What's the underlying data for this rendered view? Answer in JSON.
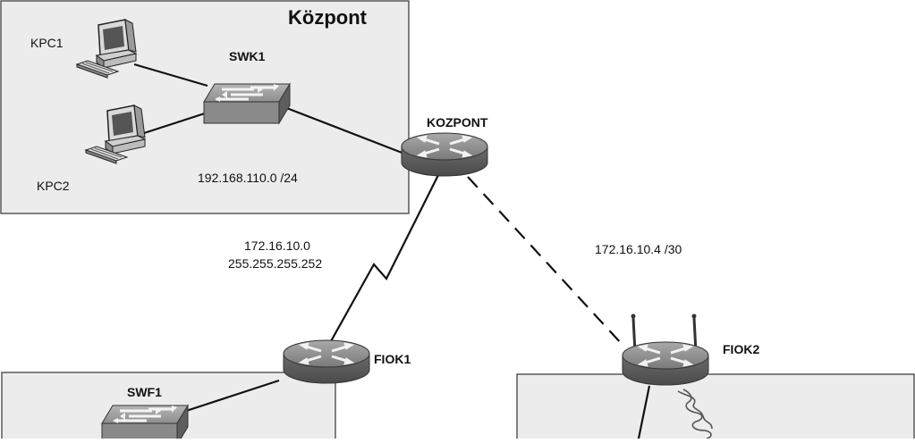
{
  "areas": {
    "kozpont_title": "Központ"
  },
  "devices": {
    "kpc1": "KPC1",
    "kpc2": "KPC2",
    "swk1": "SWK1",
    "kozpont": "KOZPONT",
    "fiok1": "FIOK1",
    "fiok2": "FIOK2",
    "swf1": "SWF1"
  },
  "networks": {
    "lan_kozpont": "192.168.110.0 /24",
    "serial_net": "172.16.10.0",
    "serial_mask": "255.255.255.252",
    "wan2_net": "172.16.10.4 /30"
  },
  "colors": {
    "area_fill": "#ececec",
    "device_gray": "#8d8d8d",
    "device_dark": "#5a5a5a",
    "line": "#111111"
  },
  "icons": [
    "pc-icon",
    "switch-icon",
    "router-icon",
    "wireless-router-icon",
    "serial-link-icon",
    "wireless-signal-icon"
  ]
}
